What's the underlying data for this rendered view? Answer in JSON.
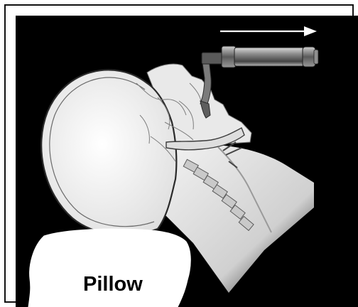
{
  "figure": {
    "pillow_label": "Pillow",
    "icons": {
      "arrow": "right-arrow-icon",
      "laryngoscope": "laryngoscope-icon",
      "skull": "skull-xray-illustration",
      "pillow": "pillow-illustration"
    },
    "colors": {
      "background": "#000000",
      "frame": "#111111",
      "pillow": "#ffffff",
      "skull_fill": "#f1f1f1",
      "bone_line": "#6f6f6f",
      "arrow": "#ffffff",
      "laryngoscope_handle": "#666666"
    }
  }
}
